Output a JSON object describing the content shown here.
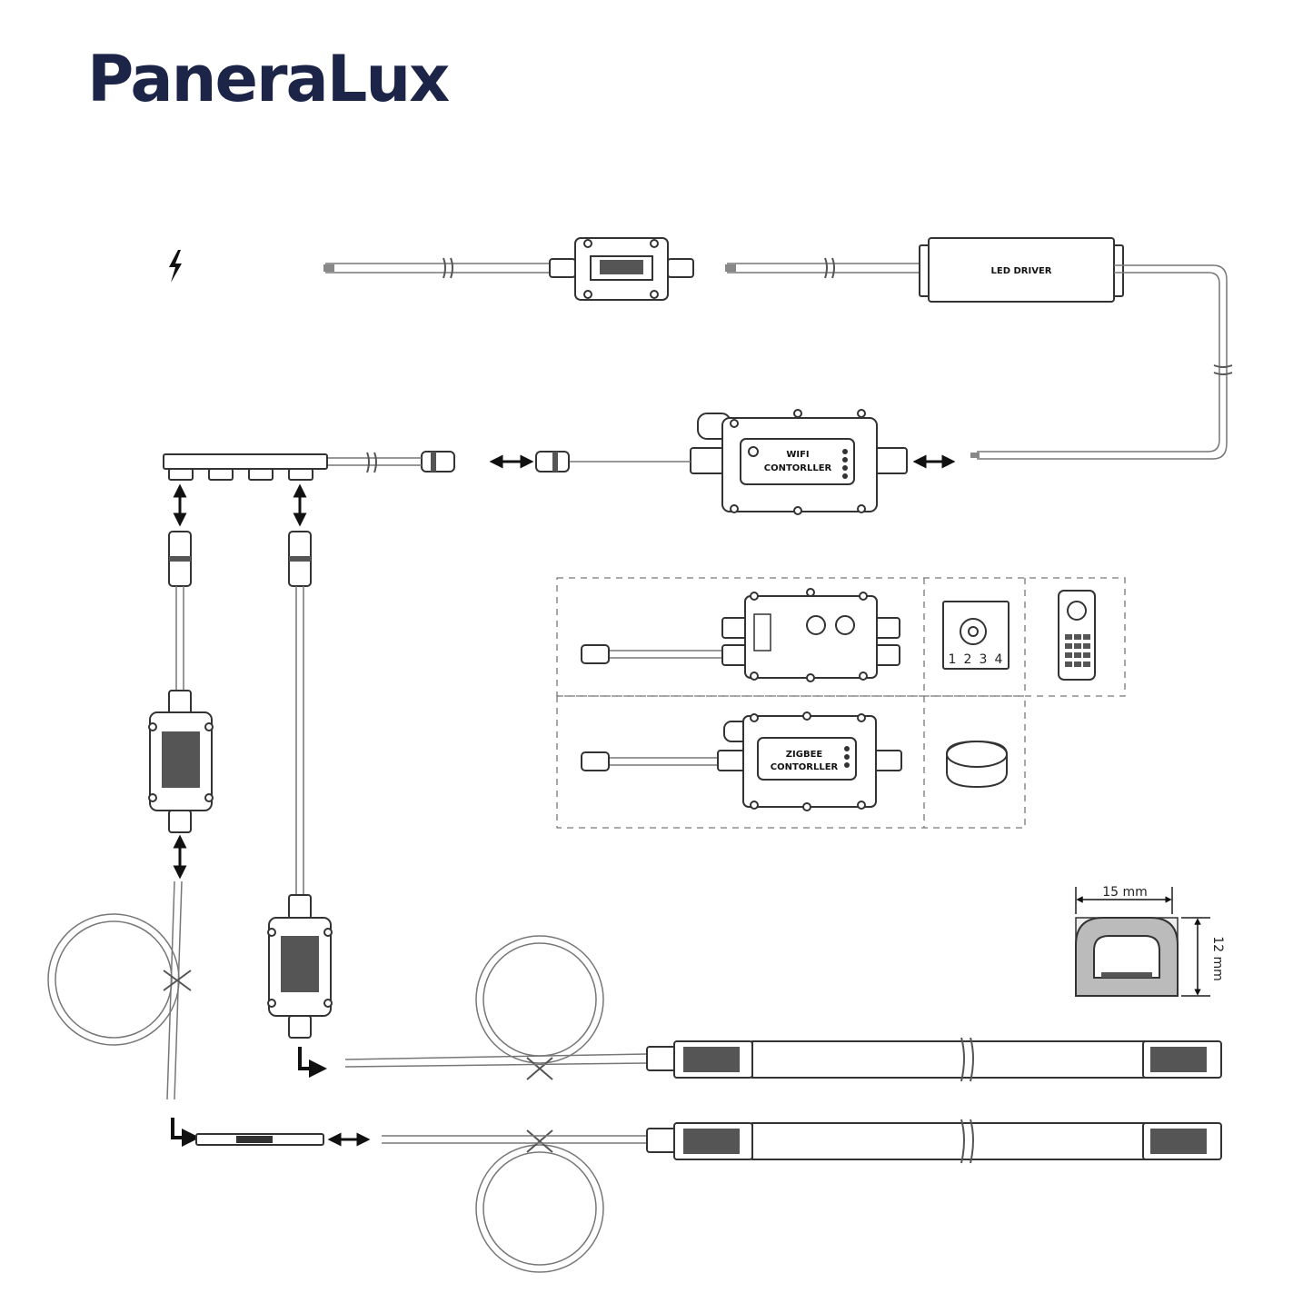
{
  "brand": {
    "name": "PaneraLux"
  },
  "labels": {
    "led_driver": "LED DRIVER",
    "wifi_line1": "WIFI",
    "wifi_line2": "CONTORLLER",
    "zigbee_line1": "ZIGBEE",
    "zigbee_line2": "CONTORLLER",
    "dial_numbers": [
      "1",
      "2",
      "3",
      "4"
    ]
  },
  "dimensions": {
    "width": "15 mm",
    "height": "12 mm"
  },
  "icons": [
    "power-bolt-icon",
    "double-arrow-icon",
    "bent-arrow-icon"
  ],
  "colors": {
    "brand": "#1c2548",
    "line": "#555555"
  }
}
